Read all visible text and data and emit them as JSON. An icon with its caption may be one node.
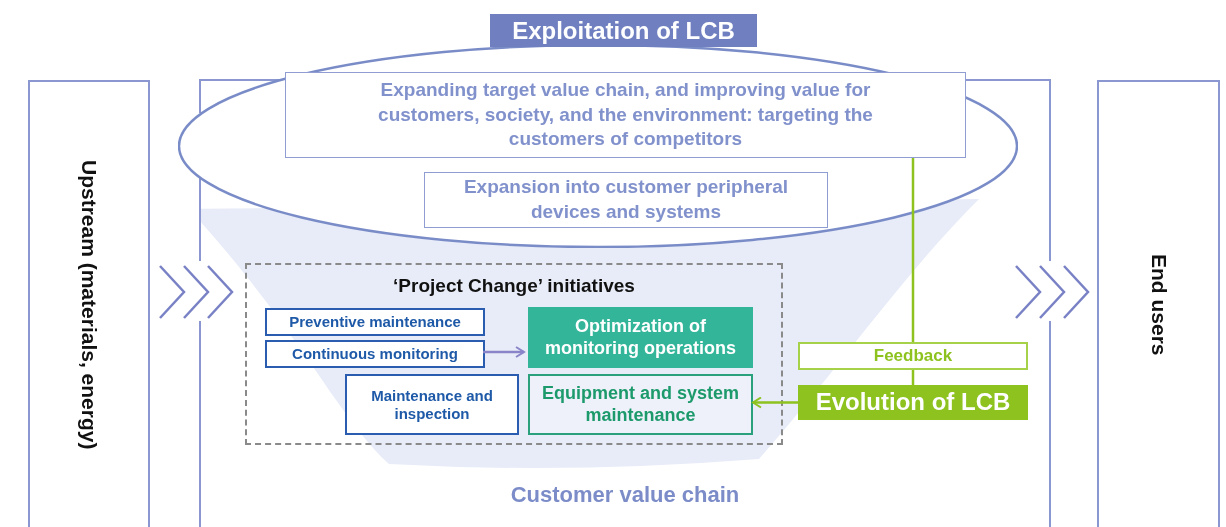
{
  "diagram": {
    "nodes": [
      {
        "text": [
          "Upstream (materials, energy)"
        ]
      },
      {
        "text": [
          "Customer value chain"
        ]
      },
      {
        "text": [
          "End users"
        ]
      },
      {
        "text": [
          "Exploitation of LCB"
        ]
      },
      {
        "text": [
          "Expanding target value chain, and improving value for customers, society, and the environment: targeting the customers of competitors"
        ],
        "in": 3
      },
      {
        "text": [
          "Expansion into customer peripheral devices and systems"
        ],
        "in": 3
      },
      {
        "text": [
          "‘Project Change’ initiatives"
        ],
        "in": 1
      },
      {
        "text": [
          "Preventive maintenance"
        ],
        "in": 6
      },
      {
        "text": [
          "Continuous monitoring"
        ],
        "in": 6
      },
      {
        "text": [
          "Optimization of monitoring operations"
        ],
        "in": 6
      },
      {
        "text": [
          "Maintenance and inspection"
        ],
        "in": 6
      },
      {
        "text": [
          "Equipment and system maintenance"
        ],
        "in": 6
      },
      {
        "text": [
          "Feedback"
        ],
        "in": 1
      },
      {
        "text": [
          "Evolution of LCB"
        ],
        "in": 1
      }
    ],
    "edges": [
      {
        "from": 0,
        "to": 1,
        "arrow": "to",
        "color": "#7a82c6"
      },
      {
        "from": 1,
        "to": 2,
        "arrow": "to",
        "color": "#7a82c6"
      },
      {
        "from": 4,
        "to": 12,
        "arrow": "none",
        "color": "#8dc21f"
      },
      {
        "from": 12,
        "to": 13,
        "arrow": "none",
        "color": "#8dc21f"
      },
      {
        "from": 8,
        "to": 9,
        "arrow": "to",
        "color": "#8a84c8"
      },
      {
        "from": 13,
        "to": 11,
        "arrow": "to",
        "color": "#8dc21f"
      }
    ]
  }
}
